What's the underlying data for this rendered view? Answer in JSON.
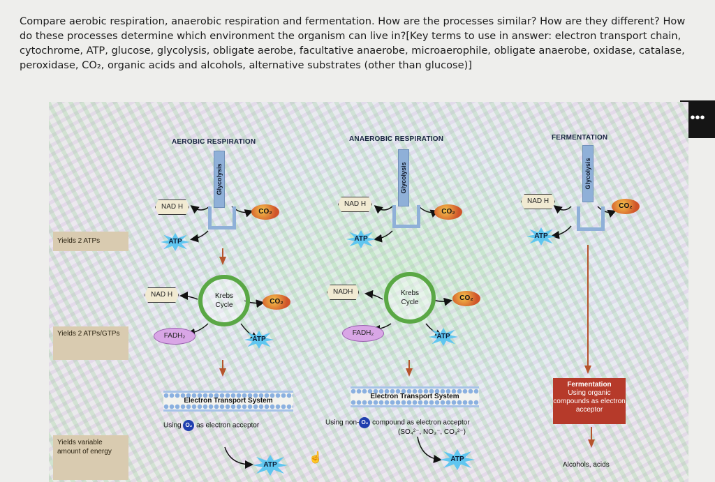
{
  "question": {
    "text": "Compare aerobic respiration, anaerobic respiration and fermentation. How are the processes similar? How are they different? How do these processes determine which environment the organism can live in?[Key terms to use in answer: electron transport chain, cytochrome, ATP, glucose, glycolysis, obligate aerobe, facultative anaerobe, microaerophile, obligate anaerobe, oxidase, catalase, peroxidase, CO₂, organic acids and alcohols, alternative substrates (other than glucose)]"
  },
  "more_button": "•••",
  "side_labels": [
    "Yields 2 ATPs",
    "Yields 2 ATPs/GTPs",
    "Yields variable amount of energy"
  ],
  "columns": {
    "aerobic": {
      "title": "AEROBIC RESPIRATION",
      "glycolysis": "Glycolysis",
      "nadh": "NAD H",
      "co2": "CO₂",
      "atp": "ATP",
      "krebs": "Krebs Cycle",
      "krebs_nadh": "NAD H",
      "krebs_co2": "CO₂",
      "fadh2": "FADH₂",
      "krebs_atp": "ATP",
      "ets": "Electron Transport System",
      "using_prefix": "Using",
      "o2": "O₂",
      "using_suffix": "as electron acceptor",
      "final_atp": "ATP"
    },
    "anaerobic": {
      "title": "ANAEROBIC RESPIRATION",
      "glycolysis": "Glycolysis",
      "nadh": "NAD H",
      "co2": "CO₂",
      "atp": "ATP",
      "krebs": "Krebs Cycle",
      "krebs_nadh": "NADH",
      "krebs_co2": "CO₂",
      "fadh2": "FADH₂",
      "krebs_atp": "ATP",
      "ets": "Electron Transport System",
      "using_prefix": "Using non-",
      "o2": "O₂",
      "using_suffix": "compound as electron acceptor",
      "compounds": "(SO₄²⁻, NO₃⁻, CO₃²⁻)",
      "final_atp": "ATP"
    },
    "fermentation": {
      "title": "FERMENTATION",
      "glycolysis": "Glycolysis",
      "nadh": "NAD H",
      "co2": "CO₂",
      "atp": "ATP",
      "box_title": "Fermentation",
      "box_text": "Using organic compounds as electron acceptor",
      "products": "Alcohols, acids"
    }
  }
}
